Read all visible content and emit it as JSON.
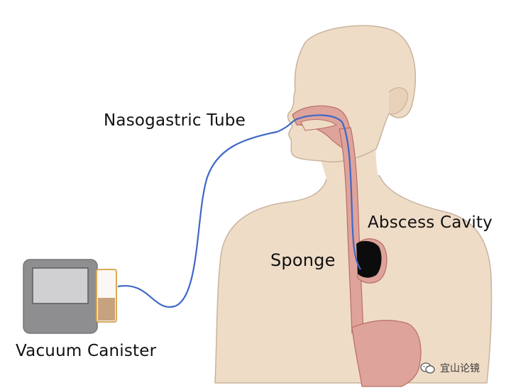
{
  "labels": {
    "nasogastric_tube": "Nasogastric Tube",
    "abscess_cavity": "Abscess Cavity",
    "sponge": "Sponge",
    "vacuum_canister": "Vacuum Canister"
  },
  "watermark": {
    "text": "宜山论镜",
    "icon": "wechat-icon"
  },
  "colors": {
    "skin": "#efdcc7",
    "skin_outline": "#c9b39d",
    "esophagus": "#dea39a",
    "esophagus_outline": "#b86e66",
    "tube": "#3f68c6",
    "sponge": "#0c0c0c",
    "device_body": "#8e8e90",
    "device_screen": "#d0d0d3",
    "canister_fluid": "#c7a27f",
    "canister_frame": "#d8aa58"
  }
}
